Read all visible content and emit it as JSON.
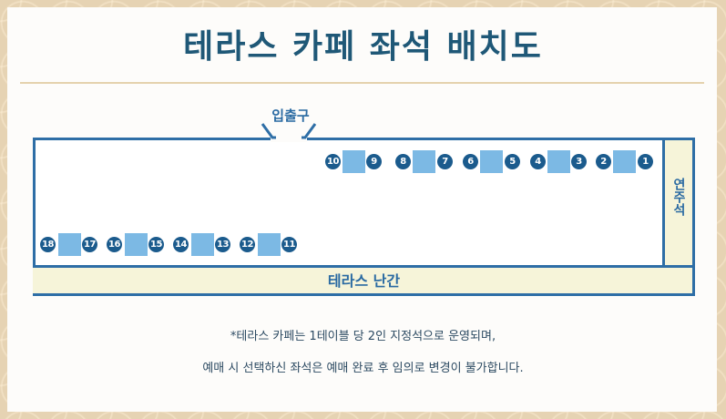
{
  "title": "테라스 카페 좌석 배치도",
  "layout": {
    "entrance_label": "입출구",
    "stage_label": "연주석",
    "rail_label": "테라스 난간"
  },
  "colors": {
    "title": "#1f5877",
    "border": "#2e6ea6",
    "seat_badge": "#1b5b8d",
    "table": "#7cb9e4",
    "panel": "#f6f4d9",
    "background_pattern": "#e6d3b3"
  },
  "seats": {
    "top_row": [
      {
        "label": "10"
      },
      {
        "label": "9"
      },
      {
        "label": "8"
      },
      {
        "label": "7"
      },
      {
        "label": "6"
      },
      {
        "label": "5"
      },
      {
        "label": "4"
      },
      {
        "label": "3"
      },
      {
        "label": "2"
      },
      {
        "label": "1"
      }
    ],
    "bottom_row": [
      {
        "label": "18"
      },
      {
        "label": "17"
      },
      {
        "label": "16"
      },
      {
        "label": "15"
      },
      {
        "label": "14"
      },
      {
        "label": "13"
      },
      {
        "label": "12"
      },
      {
        "label": "11"
      }
    ]
  },
  "notes": {
    "line1": "*테라스 카페는 1테이블 당 2인 지정석으로 운영되며,",
    "line2": "예매 시 선택하신 좌석은 예매 완료 후 임의로 변경이 불가합니다."
  }
}
